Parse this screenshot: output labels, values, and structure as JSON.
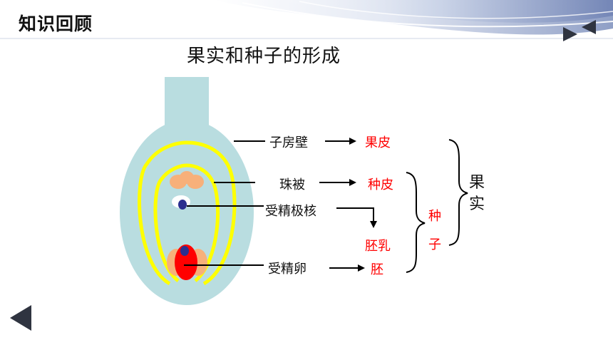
{
  "header": {
    "section_title": "知识回顾"
  },
  "diagram": {
    "title": "果实和种子的形成",
    "parts": {
      "ovary_wall": "子房壁",
      "integument": "珠被",
      "fertilized_polar_nuclei": "受精极核",
      "fertilized_egg": "受精卵"
    },
    "results": {
      "pericarp": "果皮",
      "seed_coat": "种皮",
      "endosperm": "胚乳",
      "embryo": "胚"
    },
    "groups": {
      "seed_char1": "种",
      "seed_char2": "子",
      "fruit_char1": "果",
      "fruit_char2": "实"
    }
  },
  "nav": {
    "prev_icon": "triangle-left-icon",
    "next_icon": "triangle-right-icon",
    "back_icon": "triangle-left-large-icon"
  },
  "colors": {
    "ovary_fill": "#b9dde0",
    "integument_stroke": "#ffff00",
    "cell_orange": "#f7b07a",
    "egg_red": "#ff0000",
    "nucleus_blue": "#2b2f8f",
    "result_text": "#ff0000",
    "banner_blue": "#b7c4df"
  }
}
